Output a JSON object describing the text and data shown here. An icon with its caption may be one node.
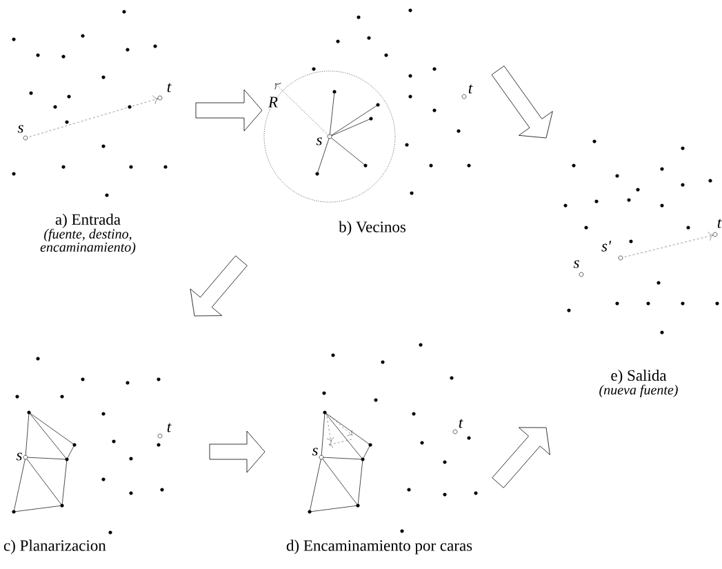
{
  "diagram": {
    "nodes": [
      {
        "text": [
          "a) Entrada",
          "(fuente, destino, encaminamiento)"
        ]
      },
      {
        "text": [
          "b) Vecinos"
        ]
      },
      {
        "text": [
          "e) Salida",
          "(nueva fuente)"
        ]
      },
      {
        "text": [
          "c) Planarizacion"
        ]
      },
      {
        "text": [
          "d) Encaminamiento por caras"
        ]
      }
    ],
    "edges": [
      {
        "from": 0,
        "to": 1,
        "arrow": "to"
      },
      {
        "from": 1,
        "to": 2,
        "arrow": "to"
      },
      {
        "from": 1,
        "to": 3,
        "arrow": "to"
      },
      {
        "from": 3,
        "to": 4,
        "arrow": "to"
      },
      {
        "from": 4,
        "to": 2,
        "arrow": "to"
      }
    ],
    "labels": [
      "t",
      "s",
      "t",
      "R",
      "s",
      "t",
      "s'",
      "s",
      "t",
      "s",
      "t",
      "s"
    ]
  }
}
